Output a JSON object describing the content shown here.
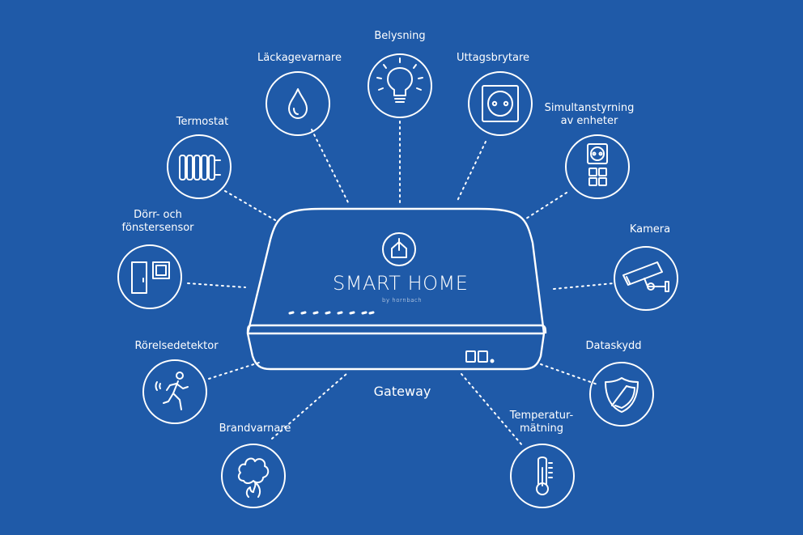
{
  "colors": {
    "background": "#1f5aa8",
    "foreground": "#ffffff"
  },
  "device": {
    "brand": "SMART HOME",
    "sub_brand": "by hornbach",
    "label": "Gateway",
    "icon": "home-power-icon"
  },
  "devices": [
    {
      "id": "belysning",
      "lines": [
        "Belysning"
      ],
      "icon": "light-bulb-icon"
    },
    {
      "id": "lackagevarnare",
      "lines": [
        "Läckagevarnare"
      ],
      "icon": "water-drop-icon"
    },
    {
      "id": "uttagsbrytare",
      "lines": [
        "Uttagsbrytare"
      ],
      "icon": "power-outlet-icon"
    },
    {
      "id": "termostat",
      "lines": [
        "Termostat"
      ],
      "icon": "radiator-icon"
    },
    {
      "id": "simultanstyrning",
      "lines": [
        "Simultanstyrning",
        "av enheter"
      ],
      "icon": "outlet-switch-icon"
    },
    {
      "id": "dorr-fonster",
      "lines": [
        "Dörr- och",
        "fönstersensor"
      ],
      "icon": "door-window-icon"
    },
    {
      "id": "kamera",
      "lines": [
        "Kamera"
      ],
      "icon": "security-camera-icon"
    },
    {
      "id": "rorelsedetektor",
      "lines": [
        "Rörelsedetektor"
      ],
      "icon": "motion-person-icon"
    },
    {
      "id": "dataskydd",
      "lines": [
        "Dataskydd"
      ],
      "icon": "shield-icon"
    },
    {
      "id": "brandvarnare",
      "lines": [
        "Brandvarnare"
      ],
      "icon": "smoke-fire-icon"
    },
    {
      "id": "temperaturmatning",
      "lines": [
        "Temperatur-",
        "mätning"
      ],
      "icon": "thermometer-icon"
    }
  ]
}
